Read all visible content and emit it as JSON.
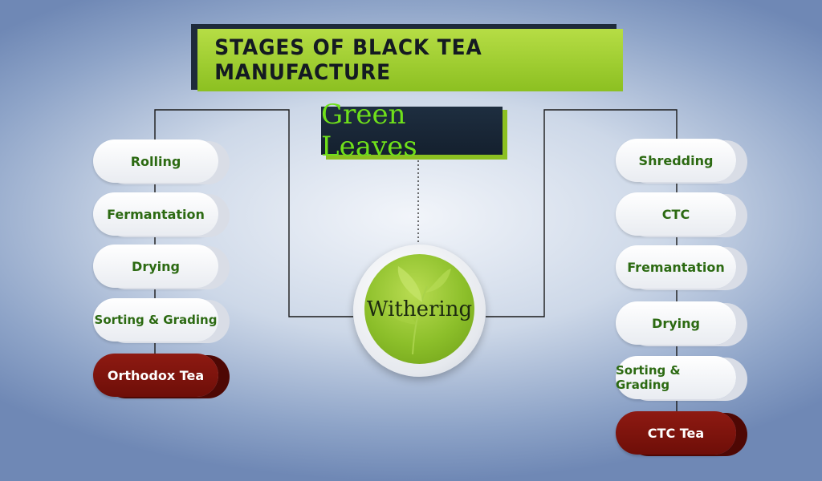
{
  "title": "STAGES OF BLACK TEA MANUFACTURE",
  "start": "Green Leaves",
  "center": "Withering",
  "orthodox_path": {
    "steps": [
      "Rolling",
      "Fermantation",
      "Drying",
      "Sorting & Grading"
    ],
    "result": "Orthodox Tea"
  },
  "ctc_path": {
    "steps": [
      "Shredding",
      "CTC",
      "Fremantation",
      "Drying",
      "Sorting & Grading"
    ],
    "result": "CTC Tea"
  },
  "icons": {
    "center": "tea-leaf-icon"
  },
  "colors": {
    "title_bg": "#9fce30",
    "step_text": "#2c6a12",
    "result_bg": "#7d130c",
    "green_leaves_text": "#6fe01a"
  }
}
